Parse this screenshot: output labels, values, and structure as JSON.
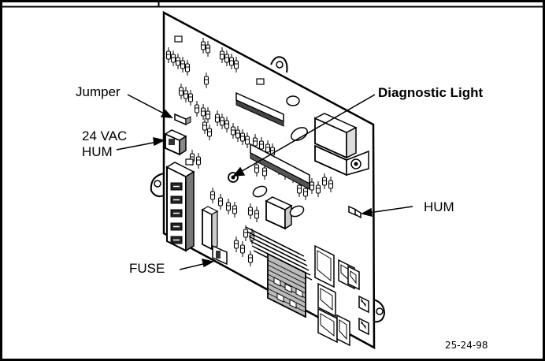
{
  "labels": {
    "jumper": "Jumper",
    "hum_24vac_line1": "24 VAC",
    "hum_24vac_line2": "HUM",
    "diagnostic_light": "Diagnostic Light",
    "hum": "HUM",
    "fuse": "FUSE"
  },
  "figure_number": "25-24-98"
}
